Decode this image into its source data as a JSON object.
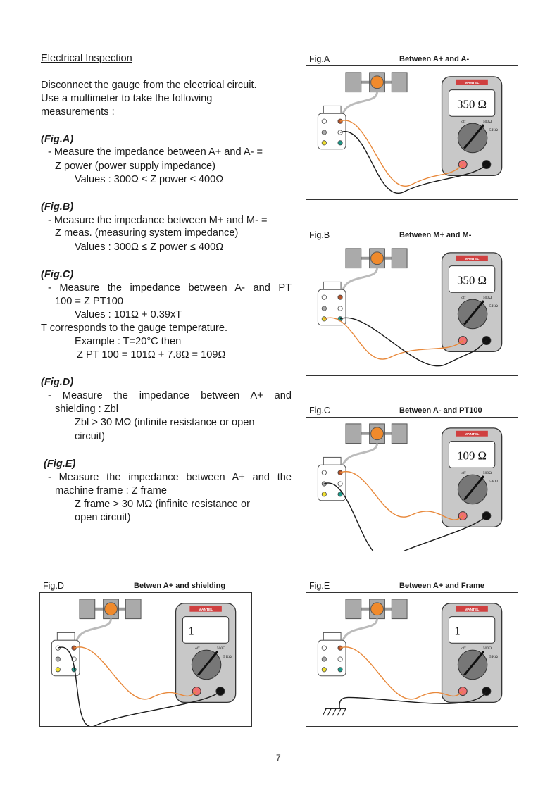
{
  "section_title": "Electrical Inspection",
  "intro": [
    "Disconnect the gauge from the electrical circuit.",
    "Use a multimeter to take the following",
    "measurements :"
  ],
  "fig_a_text": {
    "label": "(Fig.A)",
    "lines": [
      "- Measure the impedance between A+ and A- =",
      "Z power (power supply impedance)",
      "Values : 300Ω ≤ Z power ≤ 400Ω"
    ]
  },
  "fig_b_text": {
    "label": "(Fig.B)",
    "lines": [
      "- Measure the impedance between M+ and M- =",
      "Z meas. (measuring system impedance)",
      "Values : 300Ω ≤ Z power ≤ 400Ω"
    ]
  },
  "fig_c_text": {
    "label": "(Fig.C)",
    "lines": [
      "- Measure the impedance between A-  and PT",
      "100 = Z PT100",
      "Values : 101Ω + 0.39xT",
      "T corresponds to the gauge temperature.",
      "Example : T=20°C then",
      "Z PT 100 = 101Ω + 7.8Ω = 109Ω"
    ]
  },
  "fig_d_text": {
    "label": "(Fig.D)",
    "lines": [
      "- Measure the impedance between A+ and",
      "shielding : Zbl",
      "Zbl > 30 MΩ (infinite resistance or open",
      "circuit)"
    ]
  },
  "fig_e_text": {
    "label": "(Fig.E)",
    "lines": [
      "- Measure the impedance between A+ and the",
      "machine frame : Z frame",
      "Z frame > 30 MΩ (infinite resistance or",
      "open circuit)"
    ]
  },
  "figures": {
    "a": {
      "label": "Fig.A",
      "title": "Between A+ and A-",
      "display": "350 Ω"
    },
    "b": {
      "label": "Fig.B",
      "title": "Between M+ and M-",
      "display": "350 Ω"
    },
    "c": {
      "label": "Fig.C",
      "title": "Between A- and PT100",
      "display": "109 Ω"
    },
    "d": {
      "label": "Fig.D",
      "title": "Betwen A+ and shielding",
      "display": "1"
    },
    "e": {
      "label": "Fig.E",
      "title": "Between A+ and Frame",
      "display": "1"
    }
  },
  "meter": {
    "brand": "MANTEL",
    "dial_off": "off",
    "dial_500": "500Ω",
    "dial_5k": "5 KΩ"
  },
  "colors": {
    "wire_orange": "#e8883a",
    "wire_black": "#1a1a1a",
    "meter_body": "#c8c8c8",
    "sensor": "#f08a2c",
    "red_jack": "#f07070"
  },
  "page_number": "7"
}
